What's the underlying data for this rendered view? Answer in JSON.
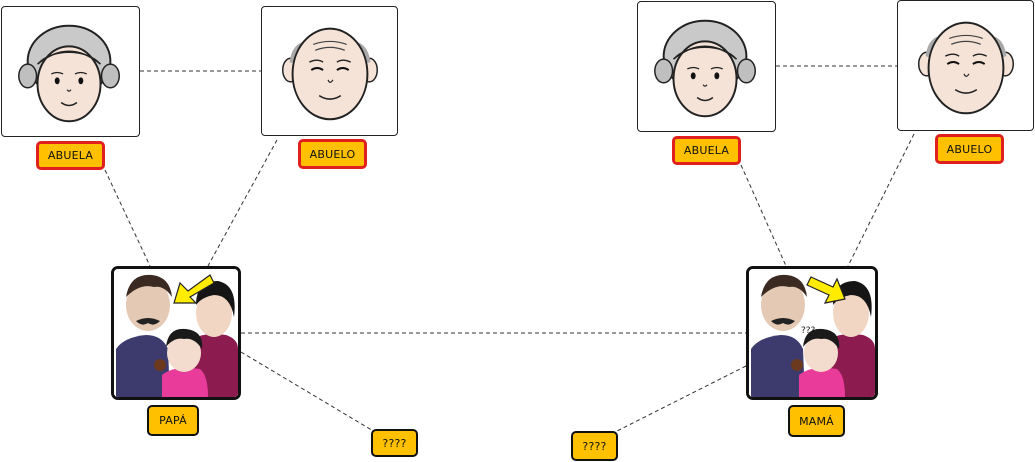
{
  "family_tree": {
    "paternal": {
      "grandmother": {
        "label": "ABUELA"
      },
      "grandfather": {
        "label": "ABUELO"
      },
      "parent": {
        "label": "PAPÁ"
      }
    },
    "maternal": {
      "grandmother": {
        "label": "ABUELA"
      },
      "grandfather": {
        "label": "ABUELO"
      },
      "parent": {
        "label": "MAMÁ"
      },
      "photo_mark": "???"
    },
    "unknown_left": {
      "label": "????"
    },
    "unknown_right": {
      "label": "????"
    }
  },
  "colors": {
    "label_fill": "#ffc000",
    "label_highlight_border": "#e0201e",
    "connector": "#333333"
  }
}
